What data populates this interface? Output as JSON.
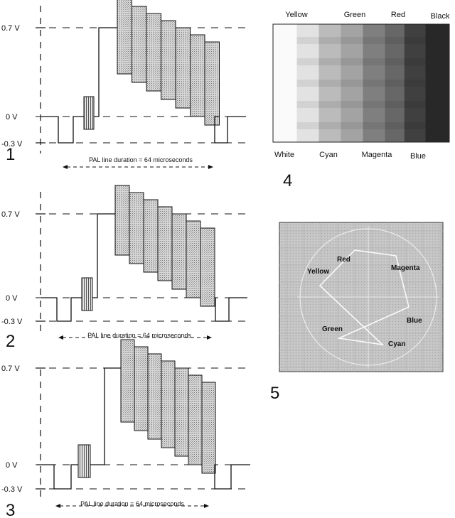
{
  "waveform_diagrams": [
    {
      "number": "1",
      "voltage_labels": [
        "0.7 V",
        "0 V",
        "-0.3 V"
      ],
      "caption": "PAL line duration = 64 microseconds"
    },
    {
      "number": "2",
      "voltage_labels": [
        "0.7 V",
        "0 V",
        "-0.3 V"
      ],
      "caption": "PAL line duration = 64 microseconds"
    },
    {
      "number": "3",
      "voltage_labels": [
        "0.7 V",
        "0 V",
        "-0.3 V"
      ],
      "caption": "PAL line duration = 64 microseconds"
    }
  ],
  "color_bars": {
    "number": "4",
    "top_labels": [
      "Yellow",
      "Green",
      "Red",
      "Black"
    ],
    "bottom_labels": [
      "White",
      "Cyan",
      "Magenta",
      "Blue"
    ],
    "bar_luma": [
      1.0,
      0.886,
      0.701,
      0.587,
      0.413,
      0.299,
      0.114,
      0.0
    ]
  },
  "vectorscope": {
    "number": "5",
    "labels": [
      "Red",
      "Yellow",
      "Magenta",
      "Blue",
      "Green",
      "Cyan"
    ]
  }
}
